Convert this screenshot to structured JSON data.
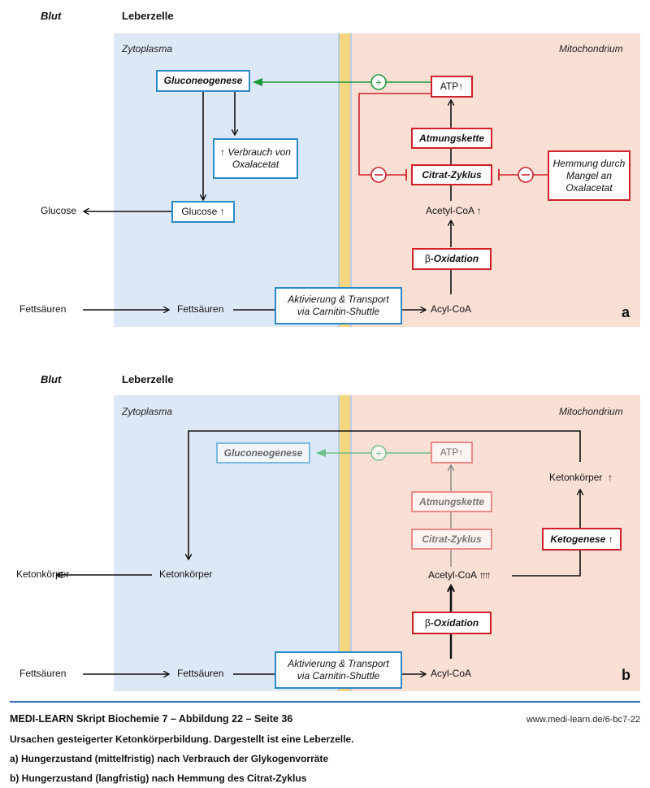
{
  "panels": [
    {
      "id": "a",
      "header": {
        "left": "Blut",
        "right": "Leberzelle"
      },
      "regions": {
        "cytoplasm": "Zytoplasma",
        "mitochondrion": "Mitochondrium"
      },
      "letter": "a",
      "boxes": {
        "gluconeogenese": "Gluconeogenese",
        "verbrauch_line1": "Verbrauch von",
        "verbrauch_line2": "Oxalacetat",
        "glucose_inner": "Glucose",
        "atp": "ATP",
        "atmungskette": "Atmungskette",
        "citrat": "Citrat-Zyklus",
        "hemmung_line1": "Hemmung durch",
        "hemmung_line2": "Mangel an",
        "hemmung_line3": "Oxalacetat",
        "beta_prefix": "β",
        "beta_suffix": "-Oxidation",
        "transport_line1": "Aktivierung & Transport",
        "transport_line2": "via Carnitin-Shuttle"
      },
      "labels": {
        "glucose_blood": "Glucose",
        "acetyl_coa": "Acetyl-CoA",
        "fettsaeuren_blood": "Fettsäuren",
        "fettsaeuren_cyto": "Fettsäuren",
        "acyl_coa": "Acyl-CoA"
      },
      "indicators": {
        "up_arrow": "↑",
        "plus": "+",
        "minus": "−"
      }
    },
    {
      "id": "b",
      "header": {
        "left": "Blut",
        "right": "Leberzelle"
      },
      "regions": {
        "cytoplasm": "Zytoplasma",
        "mitochondrion": "Mitochondrium"
      },
      "letter": "b",
      "boxes": {
        "gluconeogenese": "Gluconeogenese",
        "atp": "ATP",
        "atmungskette": "Atmungskette",
        "citrat": "Citrat-Zyklus",
        "ketogenese": "Ketogenese",
        "beta_prefix": "β",
        "beta_suffix": "-Oxidation",
        "transport_line1": "Aktivierung & Transport",
        "transport_line2": "via Carnitin-Shuttle"
      },
      "labels": {
        "ketonkoerper_mito": "Ketonkörper",
        "ketonkoerper_cyto": "Ketonkörper",
        "ketonkoerper_blood": "Ketonkörper",
        "acetyl_coa": "Acetyl-CoA",
        "acetyl_arrows": "↑↑↑↑",
        "fettsaeuren_blood": "Fettsäuren",
        "fettsaeuren_cyto": "Fettsäuren",
        "acyl_coa": "Acyl-CoA"
      },
      "indicators": {
        "up_arrow": "↑",
        "plus": "+"
      }
    }
  ],
  "colors": {
    "cytoplasm_bg": "#dde8f6",
    "mitochondrion_bg": "#fadfd5",
    "membrane": "#f5d680",
    "blue_box": "#2a8ac8",
    "red_box": "#d0202a",
    "activation_green": "#1a9a3a",
    "footer_rule": "#3b6db3"
  },
  "footer": {
    "title": "MEDI-LEARN Skript Biochemie 7 – Abbildung 22 – Seite 36",
    "url": "www.medi-learn.de/6-bc7-22",
    "caption": "Ursachen gesteigerter Ketonkörperbildung. Dargestellt ist eine Leberzelle.",
    "item_a": "a) Hungerzustand (mittelfristig) nach Verbrauch der Glykogenvorräte",
    "item_b": "b) Hungerzustand (langfristig) nach Hemmung des Citrat-Zyklus"
  }
}
